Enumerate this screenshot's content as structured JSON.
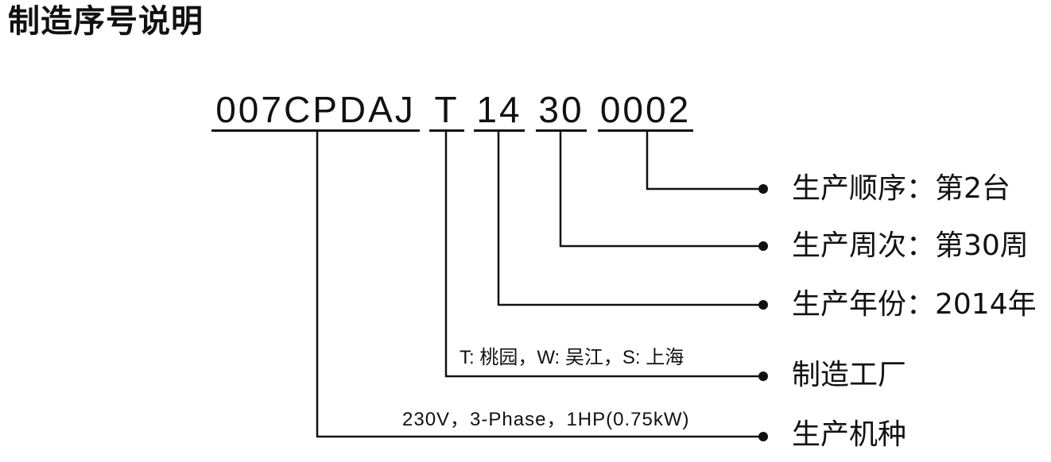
{
  "title": "制造序号说明",
  "serial": {
    "model": "007CPDAJ",
    "factory": "T",
    "year": "14",
    "week": "30",
    "sequence": "0002"
  },
  "labels": {
    "sequence": "生产顺序：第2台",
    "week": "生产周次：第30周",
    "year": "生产年份：2014年",
    "factory": "制造工厂",
    "model": "生产机种"
  },
  "notes": {
    "factory": "T: 桃园，W: 吴江，S: 上海",
    "model": "230V，3-Phase，1HP(0.75kW)"
  }
}
